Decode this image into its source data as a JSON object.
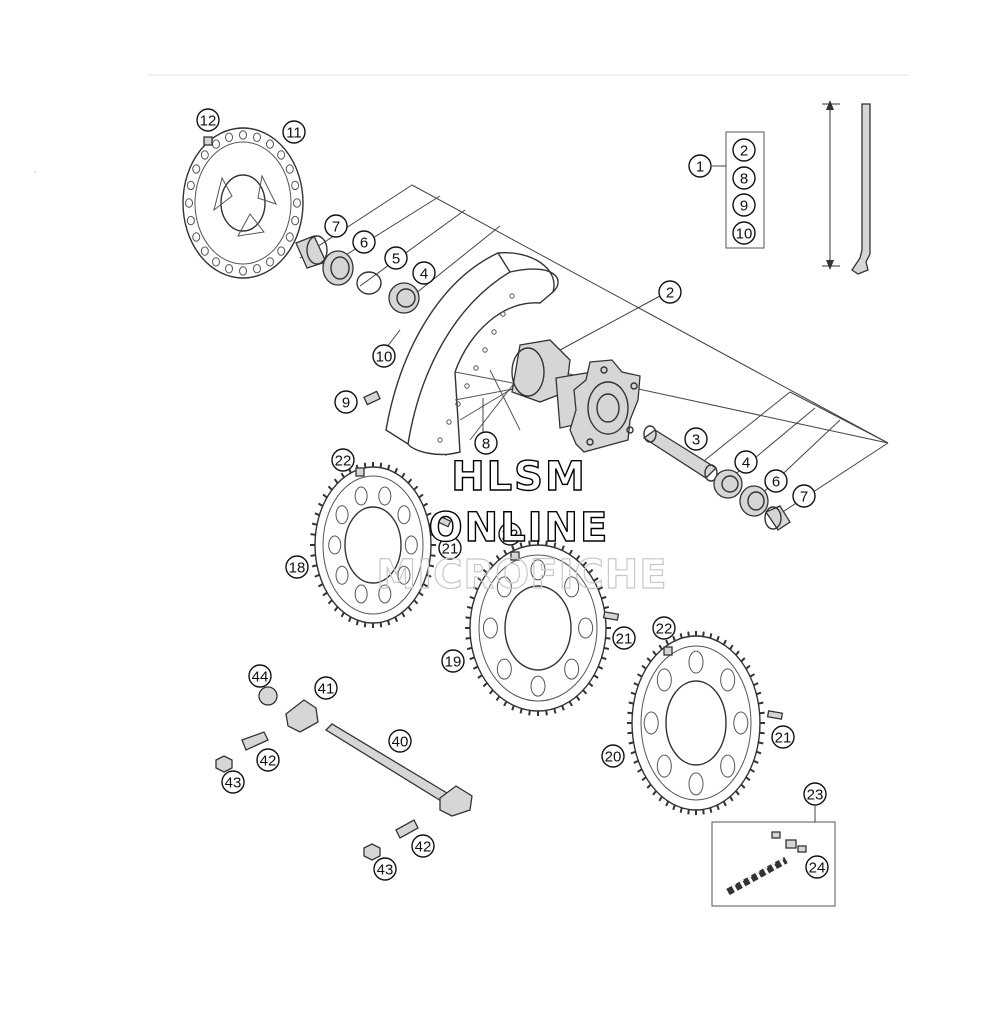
{
  "callouts": [
    {
      "id": "c12",
      "label": "12"
    },
    {
      "id": "c11",
      "label": "11"
    },
    {
      "id": "c7a",
      "label": "7"
    },
    {
      "id": "c6a",
      "label": "6"
    },
    {
      "id": "c5",
      "label": "5"
    },
    {
      "id": "c4a",
      "label": "4"
    },
    {
      "id": "c1",
      "label": "1"
    },
    {
      "id": "k2",
      "label": "2"
    },
    {
      "id": "k8",
      "label": "8"
    },
    {
      "id": "k9",
      "label": "9"
    },
    {
      "id": "k10",
      "label": "10"
    },
    {
      "id": "c2",
      "label": "2"
    },
    {
      "id": "c10",
      "label": "10"
    },
    {
      "id": "c9",
      "label": "9"
    },
    {
      "id": "c8",
      "label": "8"
    },
    {
      "id": "c3",
      "label": "3"
    },
    {
      "id": "c4b",
      "label": "4"
    },
    {
      "id": "c6b",
      "label": "6"
    },
    {
      "id": "c7b",
      "label": "7"
    },
    {
      "id": "c22a",
      "label": "22"
    },
    {
      "id": "c21a",
      "label": "21"
    },
    {
      "id": "c22b",
      "label": "22"
    },
    {
      "id": "c18",
      "label": "18"
    },
    {
      "id": "c21b",
      "label": "21"
    },
    {
      "id": "c22c",
      "label": "22"
    },
    {
      "id": "c19",
      "label": "19"
    },
    {
      "id": "c20",
      "label": "20"
    },
    {
      "id": "c21c",
      "label": "21"
    },
    {
      "id": "c44",
      "label": "44"
    },
    {
      "id": "c41",
      "label": "41"
    },
    {
      "id": "c40",
      "label": "40"
    },
    {
      "id": "c42a",
      "label": "42"
    },
    {
      "id": "c43a",
      "label": "43"
    },
    {
      "id": "c42b",
      "label": "42"
    },
    {
      "id": "c43b",
      "label": "43"
    },
    {
      "id": "c23",
      "label": "23"
    },
    {
      "id": "c24",
      "label": "24"
    }
  ],
  "watermark": {
    "line1": "HLSM",
    "line2": "ONLINE",
    "line3": "MICROFICHE"
  }
}
